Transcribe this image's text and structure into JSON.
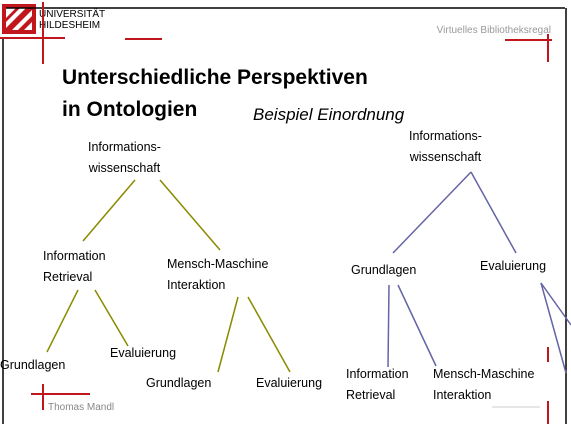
{
  "header": {
    "university_line1": "UNIVERSITÄT",
    "university_line2": "HILDESHEIM",
    "series": "Virtuelles Bibliotheksregal"
  },
  "title": {
    "line1": "Unterschiedliche Perspektiven",
    "line2": "in Ontologien",
    "subtitle": "Beispiel Einordnung"
  },
  "tree_left": {
    "root": [
      "Informations-",
      "wissenschaft"
    ],
    "ir": [
      "Information",
      "Retrieval"
    ],
    "mmi": [
      "Mensch-Maschine",
      "Interaktion"
    ],
    "ir_child1": "Grundlagen",
    "ir_child2": "Evaluierung",
    "mmi_child1": "Grundlagen",
    "mmi_child2": "Evaluierung"
  },
  "tree_right": {
    "root": [
      "Informations-",
      "wissenschaft"
    ],
    "grundlagen": "Grundlagen",
    "evaluierung": "Evaluierung",
    "child1": [
      "Information",
      "Retrieval"
    ],
    "child2": [
      "Mensch-Maschine",
      "Interaktion"
    ]
  },
  "footer": {
    "author": "Thomas Mandl"
  },
  "colors": {
    "accent_red": "#c0161c",
    "tree_left_line": "#8a8a00",
    "tree_right_line": "#6464a6",
    "frame": "#000000"
  }
}
